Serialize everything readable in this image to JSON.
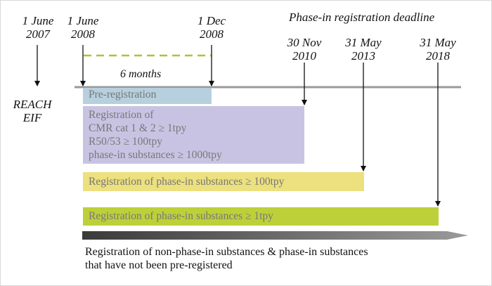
{
  "heading": "Phase-in registration deadline",
  "dates": {
    "reach_eif": [
      "1 June",
      "2007"
    ],
    "preregistration_start": [
      "1 June",
      "2008"
    ],
    "preregistration_end": [
      "1 Dec",
      "2008"
    ],
    "deadline_1": [
      "30 Nov",
      "2010"
    ],
    "deadline_2": [
      "31 May",
      "2013"
    ],
    "deadline_3": [
      "31 May",
      "2018"
    ]
  },
  "period_label": "6 months",
  "eif_label": [
    "REACH",
    "EIF"
  ],
  "bars": {
    "preregistration": {
      "label": "Pre-registration",
      "color": "#b7d0de"
    },
    "first_deadline": {
      "lines": [
        "Registration of",
        "CMR cat 1 & 2 ≥ 1tpy",
        "R50/53 ≥ 100tpy",
        "phase-in substances ≥ 1000tpy"
      ],
      "color": "#c9c3e3"
    },
    "second_deadline": {
      "label": "Registration of phase-in substances ≥ 100tpy",
      "color": "#ece07f"
    },
    "third_deadline": {
      "label": "Registration of phase-in substances ≥ 1tpy",
      "color": "#bdd03a"
    }
  },
  "colors": {
    "timeline": "#9a9a9a",
    "dashed": "#a9c33a",
    "continuous_arrow": "#6a6a6a"
  },
  "footnote": [
    "Registration of non-phase-in substances & phase-in substances",
    "that have not been pre-registered"
  ]
}
